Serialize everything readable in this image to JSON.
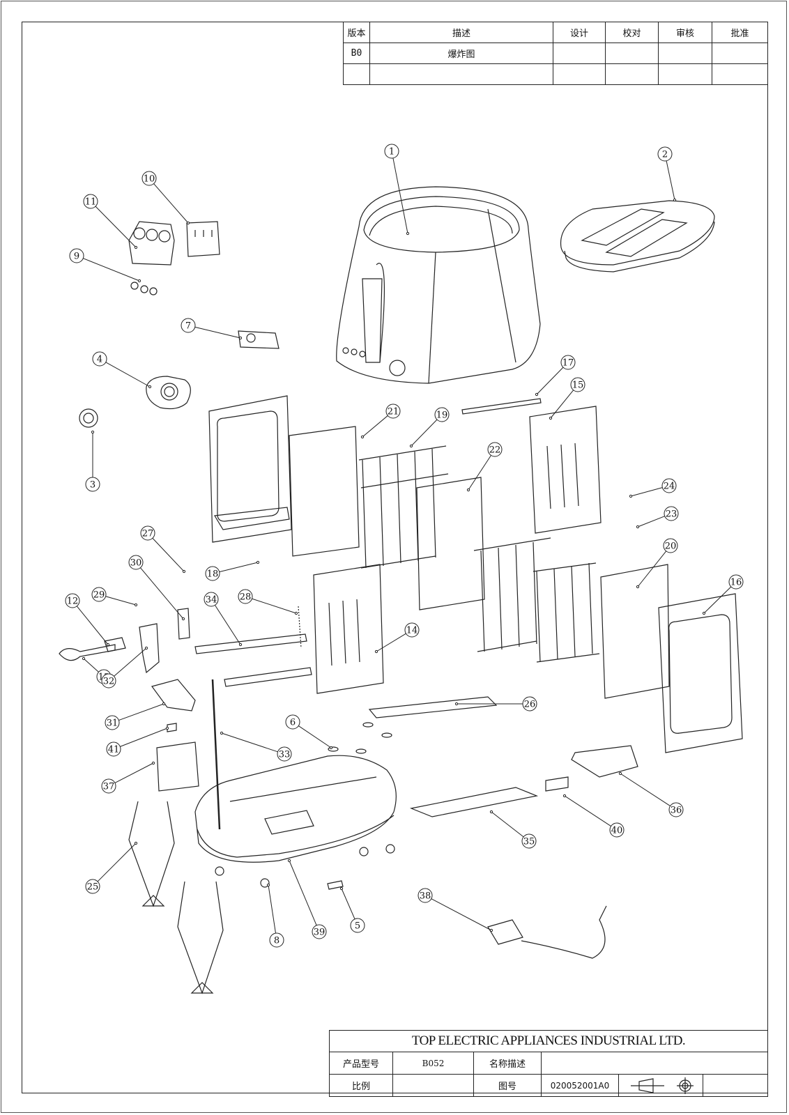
{
  "revision_table": {
    "headers": [
      "版本",
      "描述",
      "设计",
      "校对",
      "审核",
      "批准"
    ],
    "rows": [
      [
        "B0",
        "爆炸图",
        "",
        "",
        "",
        ""
      ],
      [
        "",
        "",
        "",
        "",
        "",
        ""
      ]
    ]
  },
  "title_block": {
    "company": "TOP ELECTRIC APPLIANCES INDUSTRIAL LTD.",
    "model_label": "产品型号",
    "model_value": "B052",
    "name_label": "名称描述",
    "name_value": "",
    "scale_label": "比例",
    "scale_value": "",
    "drawing_no_label": "图号",
    "drawing_no_value": "020052001A0"
  },
  "part_numbers": [
    "1",
    "2",
    "3",
    "4",
    "5",
    "6",
    "7",
    "8",
    "9",
    "10",
    "11",
    "12",
    "13",
    "14",
    "15",
    "16",
    "17",
    "18",
    "19",
    "20",
    "21",
    "22",
    "23",
    "24",
    "25",
    "26",
    "27",
    "28",
    "29",
    "30",
    "31",
    "32",
    "33",
    "34",
    "35",
    "36",
    "37",
    "38",
    "39",
    "40",
    "41"
  ]
}
